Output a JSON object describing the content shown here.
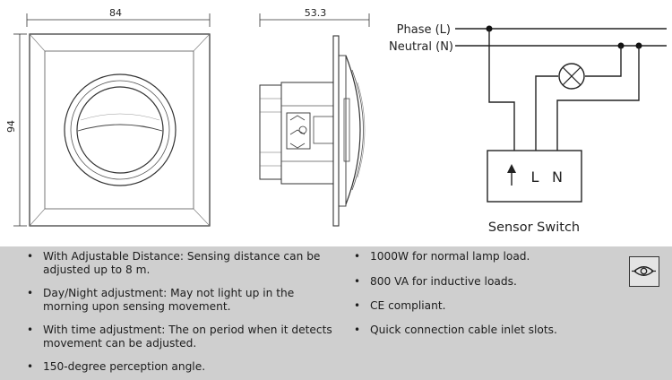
{
  "dimensions": {
    "width": "84",
    "height": "94",
    "depth": "53.3"
  },
  "wiring": {
    "phase_label": "Phase (L)",
    "neutral_label": "Neutral (N)",
    "terminal_l": "L",
    "terminal_n": "N",
    "box_label": "Sensor Switch"
  },
  "features_left": [
    "With Adjustable Distance: Sensing distance can be adjusted up to 8 m.",
    "Day/Night adjustment: May not light up in the morning upon sensing movement.",
    "With time adjustment: The on period when it detects movement can be adjusted.",
    "150-degree perception angle."
  ],
  "features_right": [
    "1000W for normal lamp load.",
    "800 VA for inductive loads.",
    "CE compliant.",
    "Quick connection cable inlet slots."
  ],
  "icons": {
    "sensor": "eye-icon"
  }
}
